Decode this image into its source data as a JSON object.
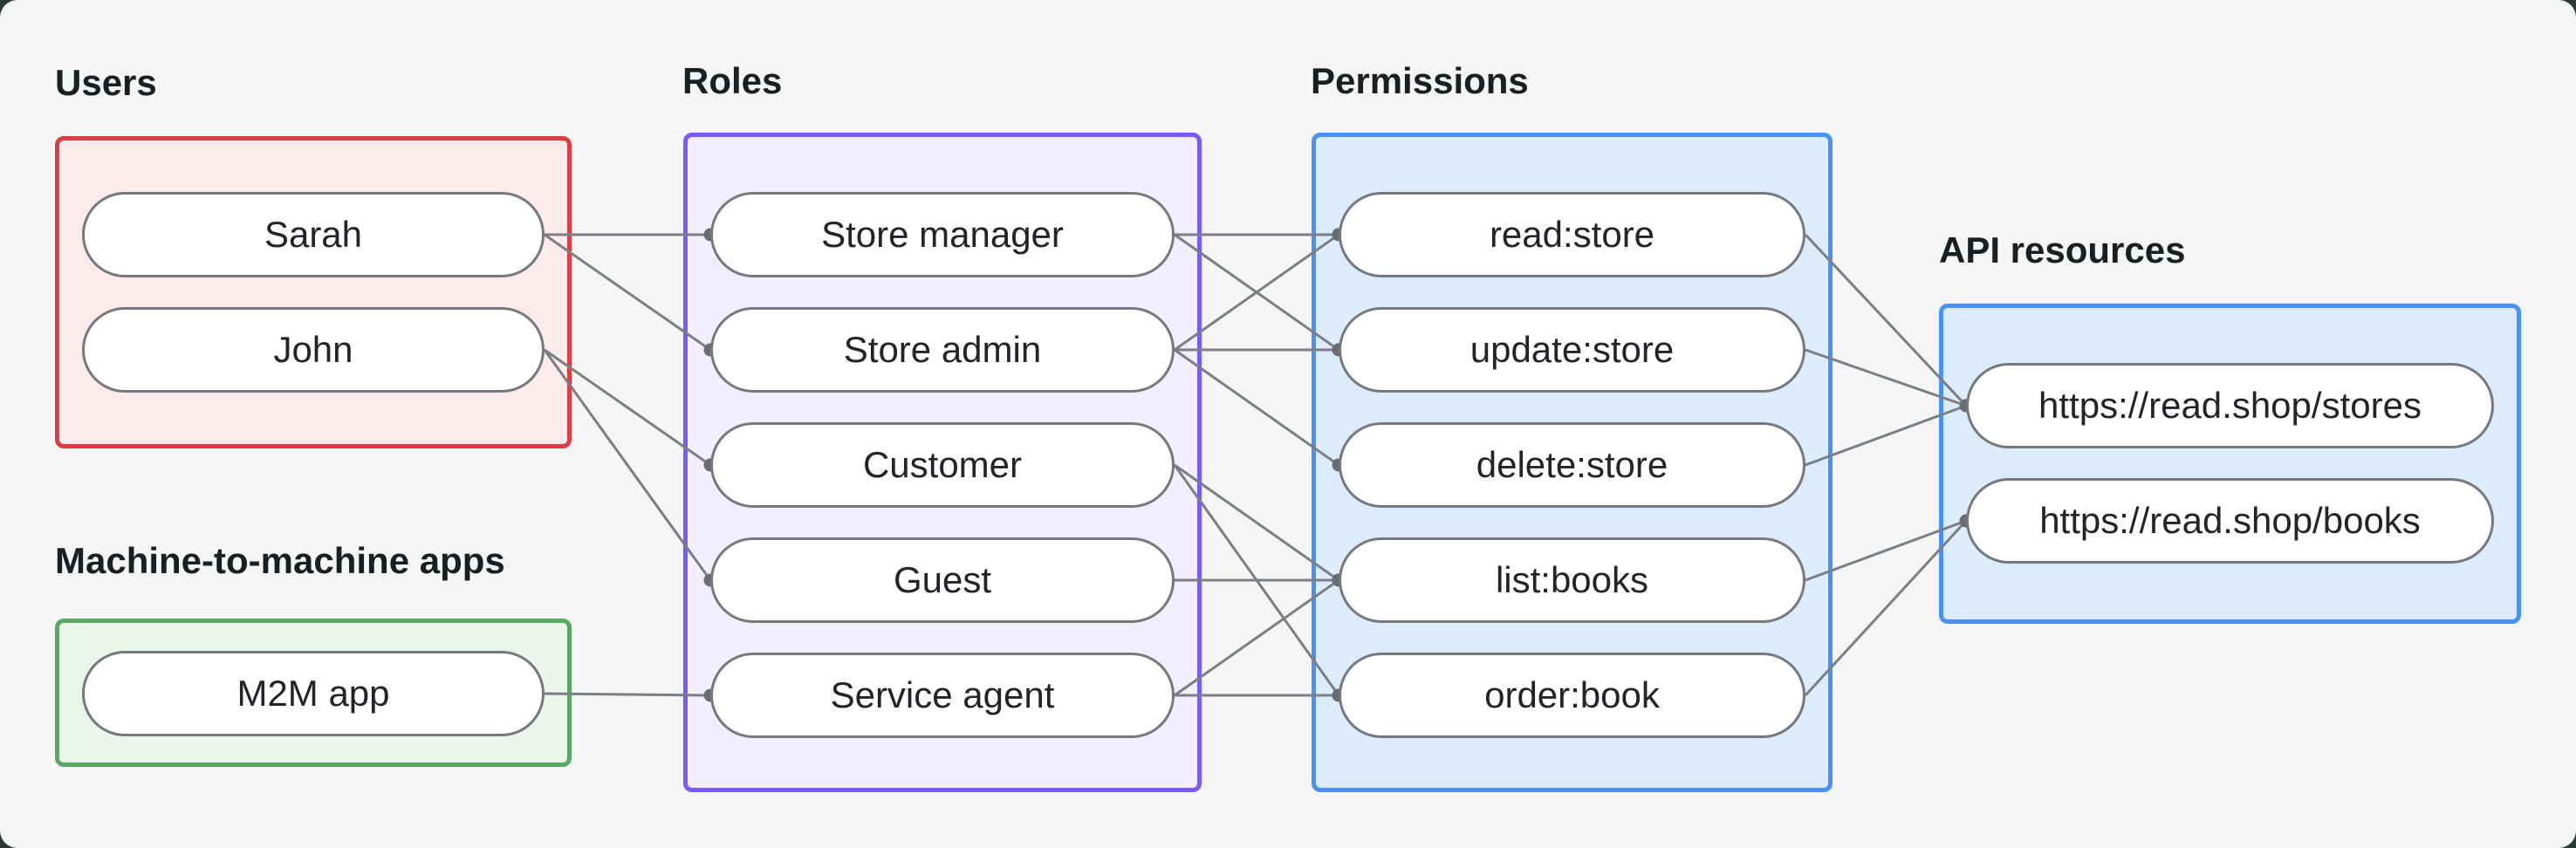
{
  "page": {
    "background": "#f4f6f5",
    "backdrop": "#2b3a32"
  },
  "colors": {
    "label_text": "#1b1f23",
    "pill_text": "#212529",
    "pill_border": "#75797f",
    "pill_bg": "#ffffff",
    "edge_line": "#7b7f85",
    "edge_dot": "#686d73"
  },
  "diagram": {
    "groups": [
      {
        "id": "users",
        "label": "Users",
        "border": "#dd3e44",
        "fill": "#fcebea",
        "nodes": [
          {
            "id": "sarah",
            "label": "Sarah"
          },
          {
            "id": "john",
            "label": "John"
          }
        ]
      },
      {
        "id": "m2m",
        "label": "Machine-to-machine apps",
        "border": "#57a963",
        "fill": "#eaf5ea",
        "nodes": [
          {
            "id": "m2m_app",
            "label": "M2M app"
          }
        ]
      },
      {
        "id": "roles",
        "label": "Roles",
        "border": "#7a5af8",
        "fill": "#f3eefe",
        "nodes": [
          {
            "id": "store_manager",
            "label": "Store manager"
          },
          {
            "id": "store_admin",
            "label": "Store admin"
          },
          {
            "id": "customer",
            "label": "Customer"
          },
          {
            "id": "guest",
            "label": "Guest"
          },
          {
            "id": "service_agent",
            "label": "Service agent"
          }
        ]
      },
      {
        "id": "permissions",
        "label": "Permissions",
        "border": "#4a90f5",
        "fill": "#ddecfb",
        "nodes": [
          {
            "id": "read_store",
            "label": "read:store"
          },
          {
            "id": "update_store",
            "label": "update:store"
          },
          {
            "id": "delete_store",
            "label": "delete:store"
          },
          {
            "id": "list_books",
            "label": "list:books"
          },
          {
            "id": "order_book",
            "label": "order:book"
          }
        ]
      },
      {
        "id": "api",
        "label": "API resources",
        "border": "#4a90f5",
        "fill": "#ddecfb",
        "nodes": [
          {
            "id": "stores_api",
            "label": "https://read.shop/stores"
          },
          {
            "id": "books_api",
            "label": "https://read.shop/books"
          }
        ]
      }
    ],
    "edges": [
      {
        "from": "sarah",
        "to": "store_manager"
      },
      {
        "from": "sarah",
        "to": "store_admin"
      },
      {
        "from": "john",
        "to": "customer"
      },
      {
        "from": "john",
        "to": "guest"
      },
      {
        "from": "m2m_app",
        "to": "service_agent"
      },
      {
        "from": "store_manager",
        "to": "read_store"
      },
      {
        "from": "store_manager",
        "to": "update_store"
      },
      {
        "from": "store_admin",
        "to": "read_store"
      },
      {
        "from": "store_admin",
        "to": "update_store"
      },
      {
        "from": "store_admin",
        "to": "delete_store"
      },
      {
        "from": "customer",
        "to": "list_books"
      },
      {
        "from": "customer",
        "to": "order_book"
      },
      {
        "from": "guest",
        "to": "list_books"
      },
      {
        "from": "service_agent",
        "to": "list_books"
      },
      {
        "from": "service_agent",
        "to": "order_book"
      },
      {
        "from": "read_store",
        "to": "stores_api"
      },
      {
        "from": "update_store",
        "to": "stores_api"
      },
      {
        "from": "delete_store",
        "to": "stores_api"
      },
      {
        "from": "list_books",
        "to": "books_api"
      },
      {
        "from": "order_book",
        "to": "books_api"
      }
    ]
  }
}
